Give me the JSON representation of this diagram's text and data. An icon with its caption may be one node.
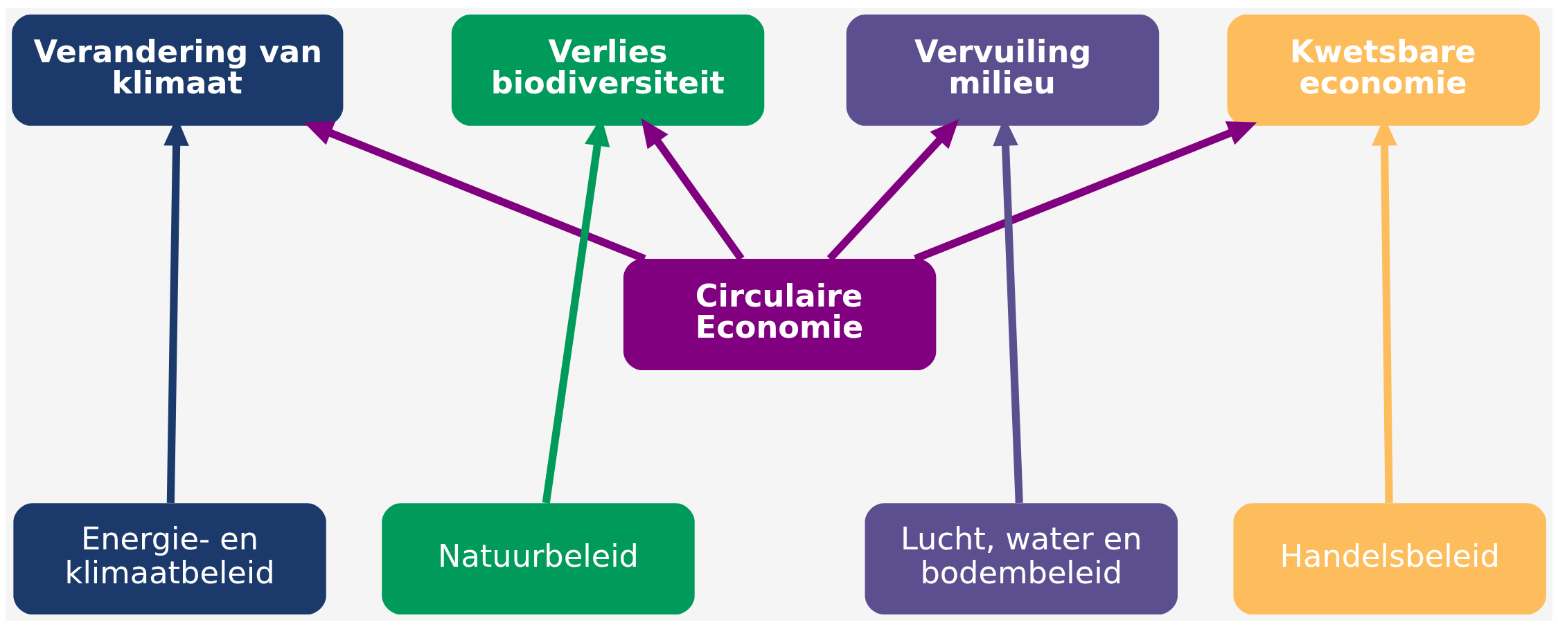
{
  "diagram": {
    "nodes": [
      {
        "text": [
          "Verandering van klimaat"
        ]
      },
      {
        "text": [
          "Verlies biodiversiteit"
        ]
      },
      {
        "text": [
          "Vervuiling milieu"
        ]
      },
      {
        "text": [
          "Kwetsbare economie"
        ]
      },
      {
        "text": [
          "Circulaire Economie"
        ]
      },
      {
        "text": [
          "Energie- en klimaatbeleid"
        ]
      },
      {
        "text": [
          "Natuurbeleid"
        ]
      },
      {
        "text": [
          "Lucht, water en bodembeleid"
        ]
      },
      {
        "text": [
          "Handelsbeleid"
        ]
      }
    ],
    "edges": [
      {
        "from": 5,
        "to": 0,
        "arrow": "to",
        "color": "#1b3a6b"
      },
      {
        "from": 4,
        "to": 0,
        "arrow": "to",
        "color": "#800080"
      },
      {
        "from": 6,
        "to": 1,
        "arrow": "to",
        "color": "#009a5a"
      },
      {
        "from": 4,
        "to": 1,
        "arrow": "to",
        "color": "#800080"
      },
      {
        "from": 4,
        "to": 2,
        "arrow": "to",
        "color": "#800080"
      },
      {
        "from": 7,
        "to": 2,
        "arrow": "to",
        "color": "#5c4f8f"
      },
      {
        "from": 4,
        "to": 3,
        "arrow": "to",
        "color": "#800080"
      },
      {
        "from": 8,
        "to": 3,
        "arrow": "to",
        "color": "#fdbd5c"
      }
    ]
  }
}
